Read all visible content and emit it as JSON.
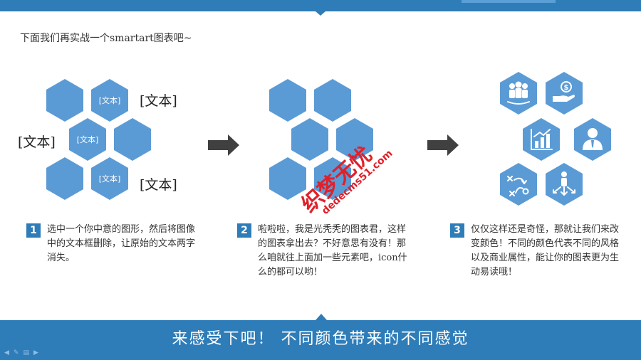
{
  "intro": "下面我们再实战一个smartart图表吧~",
  "panel1": {
    "inner_labels": [
      "[文本]",
      "[文本]",
      "[文本]"
    ],
    "outer_labels": [
      "[文本]",
      "[文本]",
      "[文本]"
    ]
  },
  "panel3": {
    "icons": [
      "people-group-icon",
      "money-hand-icon",
      "bar-chart-icon",
      "businessman-icon",
      "strategy-play-icon",
      "person-arrows-icon"
    ]
  },
  "steps": [
    {
      "num": "1",
      "text": "选中一个你中意的图形，然后将图像中的文本框删除，让原始的文本两字消失。"
    },
    {
      "num": "2",
      "text": "啦啦啦，我是光秃秃的图表君，这样的图表拿出去？不好意思有没有！那么咱就往上面加一些元素吧，icon什么的都可以哟！"
    },
    {
      "num": "3",
      "text": "仅仅这样还是奇怪，那就让我们来改变颜色！不同的颜色代表不同的风格以及商业属性，能让你的图表更为生动易读哦！"
    }
  ],
  "banner": "来感受下吧！ 不同颜色带来的不同感觉",
  "watermark": {
    "line1": "织梦无忧",
    "line2": "dedecms51.com"
  },
  "colors": {
    "accent": "#2e7db9",
    "hex": "#5b9bd5",
    "arrow": "#404040",
    "watermark": "#e0202a"
  }
}
